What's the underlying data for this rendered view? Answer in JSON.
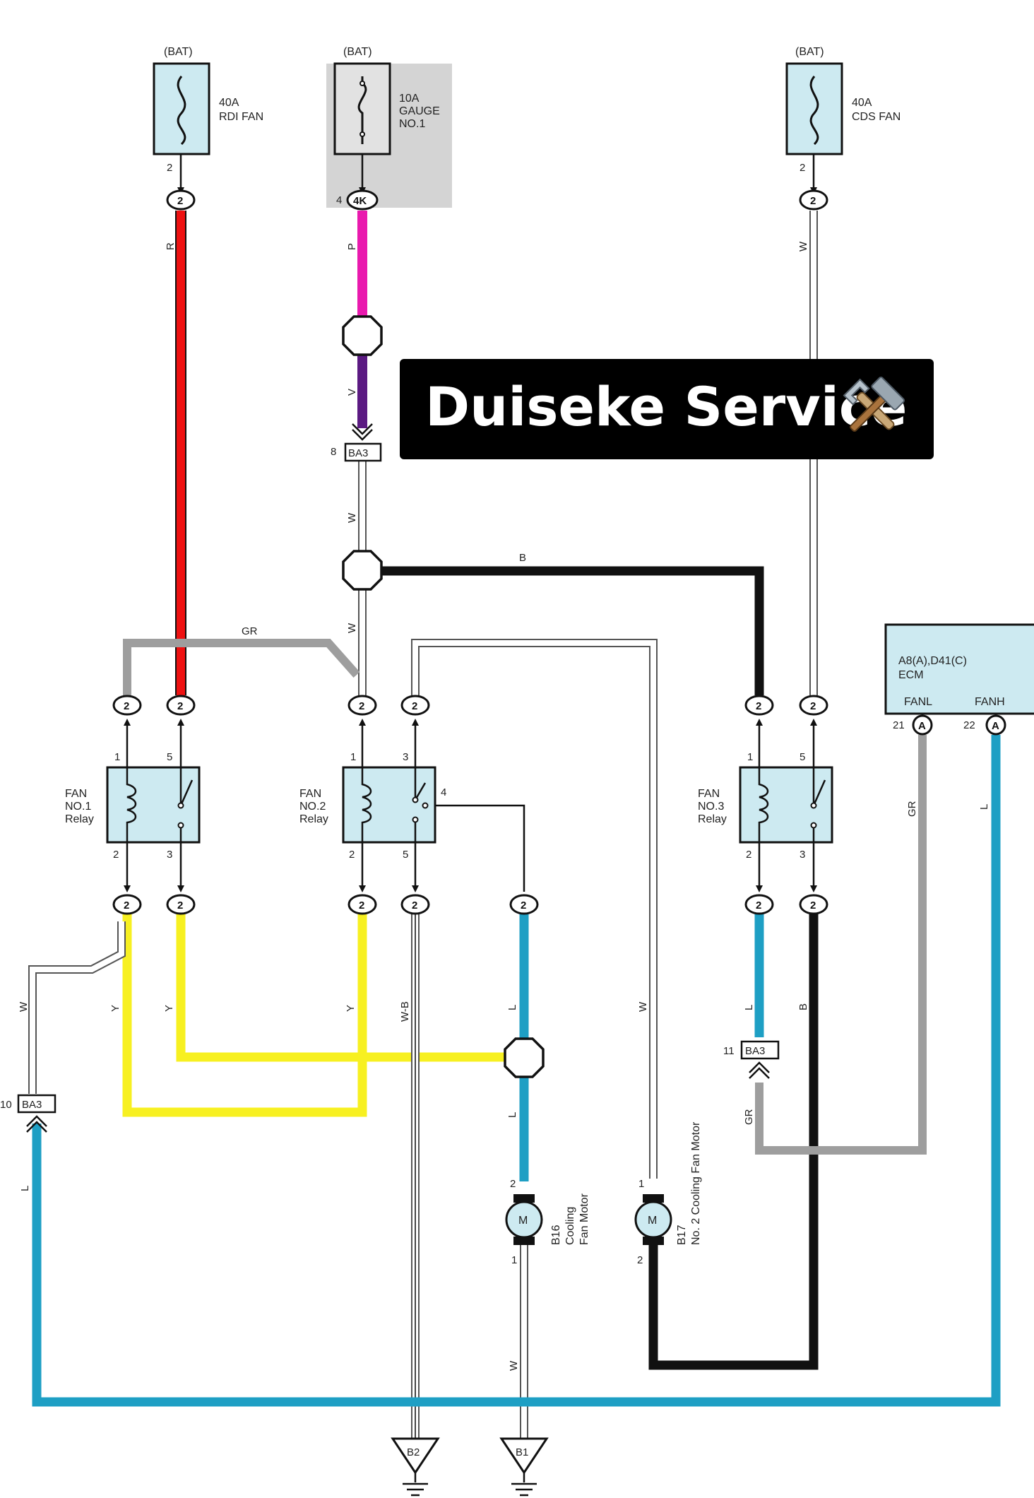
{
  "fuses": [
    {
      "source": "(BAT)",
      "rating": "40A",
      "name": "RDI FAN",
      "pin": "2",
      "connector": "2"
    },
    {
      "source": "(BAT)",
      "rating": "10A",
      "name_line1": "GAUGE",
      "name_line2": "NO.1",
      "pin": "4",
      "connector": "4K"
    },
    {
      "source": "(BAT)",
      "rating": "40A",
      "name": "CDS FAN",
      "pin": "2",
      "connector": "2"
    }
  ],
  "relays": [
    {
      "line1": "FAN",
      "line2": "NO.1",
      "line3": "Relay",
      "pins": [
        "1",
        "5",
        "2",
        "3"
      ]
    },
    {
      "line1": "FAN",
      "line2": "NO.2",
      "line3": "Relay",
      "pins": [
        "1",
        "3",
        "2",
        "5",
        "4"
      ]
    },
    {
      "line1": "FAN",
      "line2": "NO.3",
      "line3": "Relay",
      "pins": [
        "1",
        "5",
        "2",
        "3"
      ]
    }
  ],
  "ecm": {
    "line1": "A8(A),D41(C)",
    "line2": "ECM",
    "fanl": "FANL",
    "fanh": "FANH",
    "pin_fanl": "21",
    "pin_fanh": "22",
    "conn": "A"
  },
  "connectors": {
    "two": "2",
    "ba3": "BA3",
    "ba3_pin_8": "8",
    "ba3_pin_10": "10",
    "ba3_pin_11": "11"
  },
  "motors": [
    {
      "symbol": "M",
      "id": "B16",
      "line1": "Cooling",
      "line2": "Fan Motor",
      "pin_top": "2",
      "pin_bottom": "1"
    },
    {
      "symbol": "M",
      "id": "B17",
      "line1": "No. 2 Cooling Fan Motor",
      "pin_top": "1",
      "pin_bottom": "2"
    }
  ],
  "grounds": [
    "B2",
    "B1"
  ],
  "wire_labels": {
    "r": "R",
    "p": "P",
    "v": "V",
    "w": "W",
    "b": "B",
    "gr": "GR",
    "y": "Y",
    "l": "L",
    "wb": "W-B"
  },
  "banner": {
    "text": "Duiseke Service",
    "icon": "hammer-and-wrench-icon"
  },
  "colors": {
    "red": "#ee1111",
    "pink": "#e91aae",
    "violet": "#5b1a82",
    "yellow": "#f7f021",
    "blue": "#1e9fc4",
    "gray": "#9e9e9e",
    "black": "#111111",
    "white_wire": "#ffffff",
    "component_fill": "#cdeaf1"
  }
}
